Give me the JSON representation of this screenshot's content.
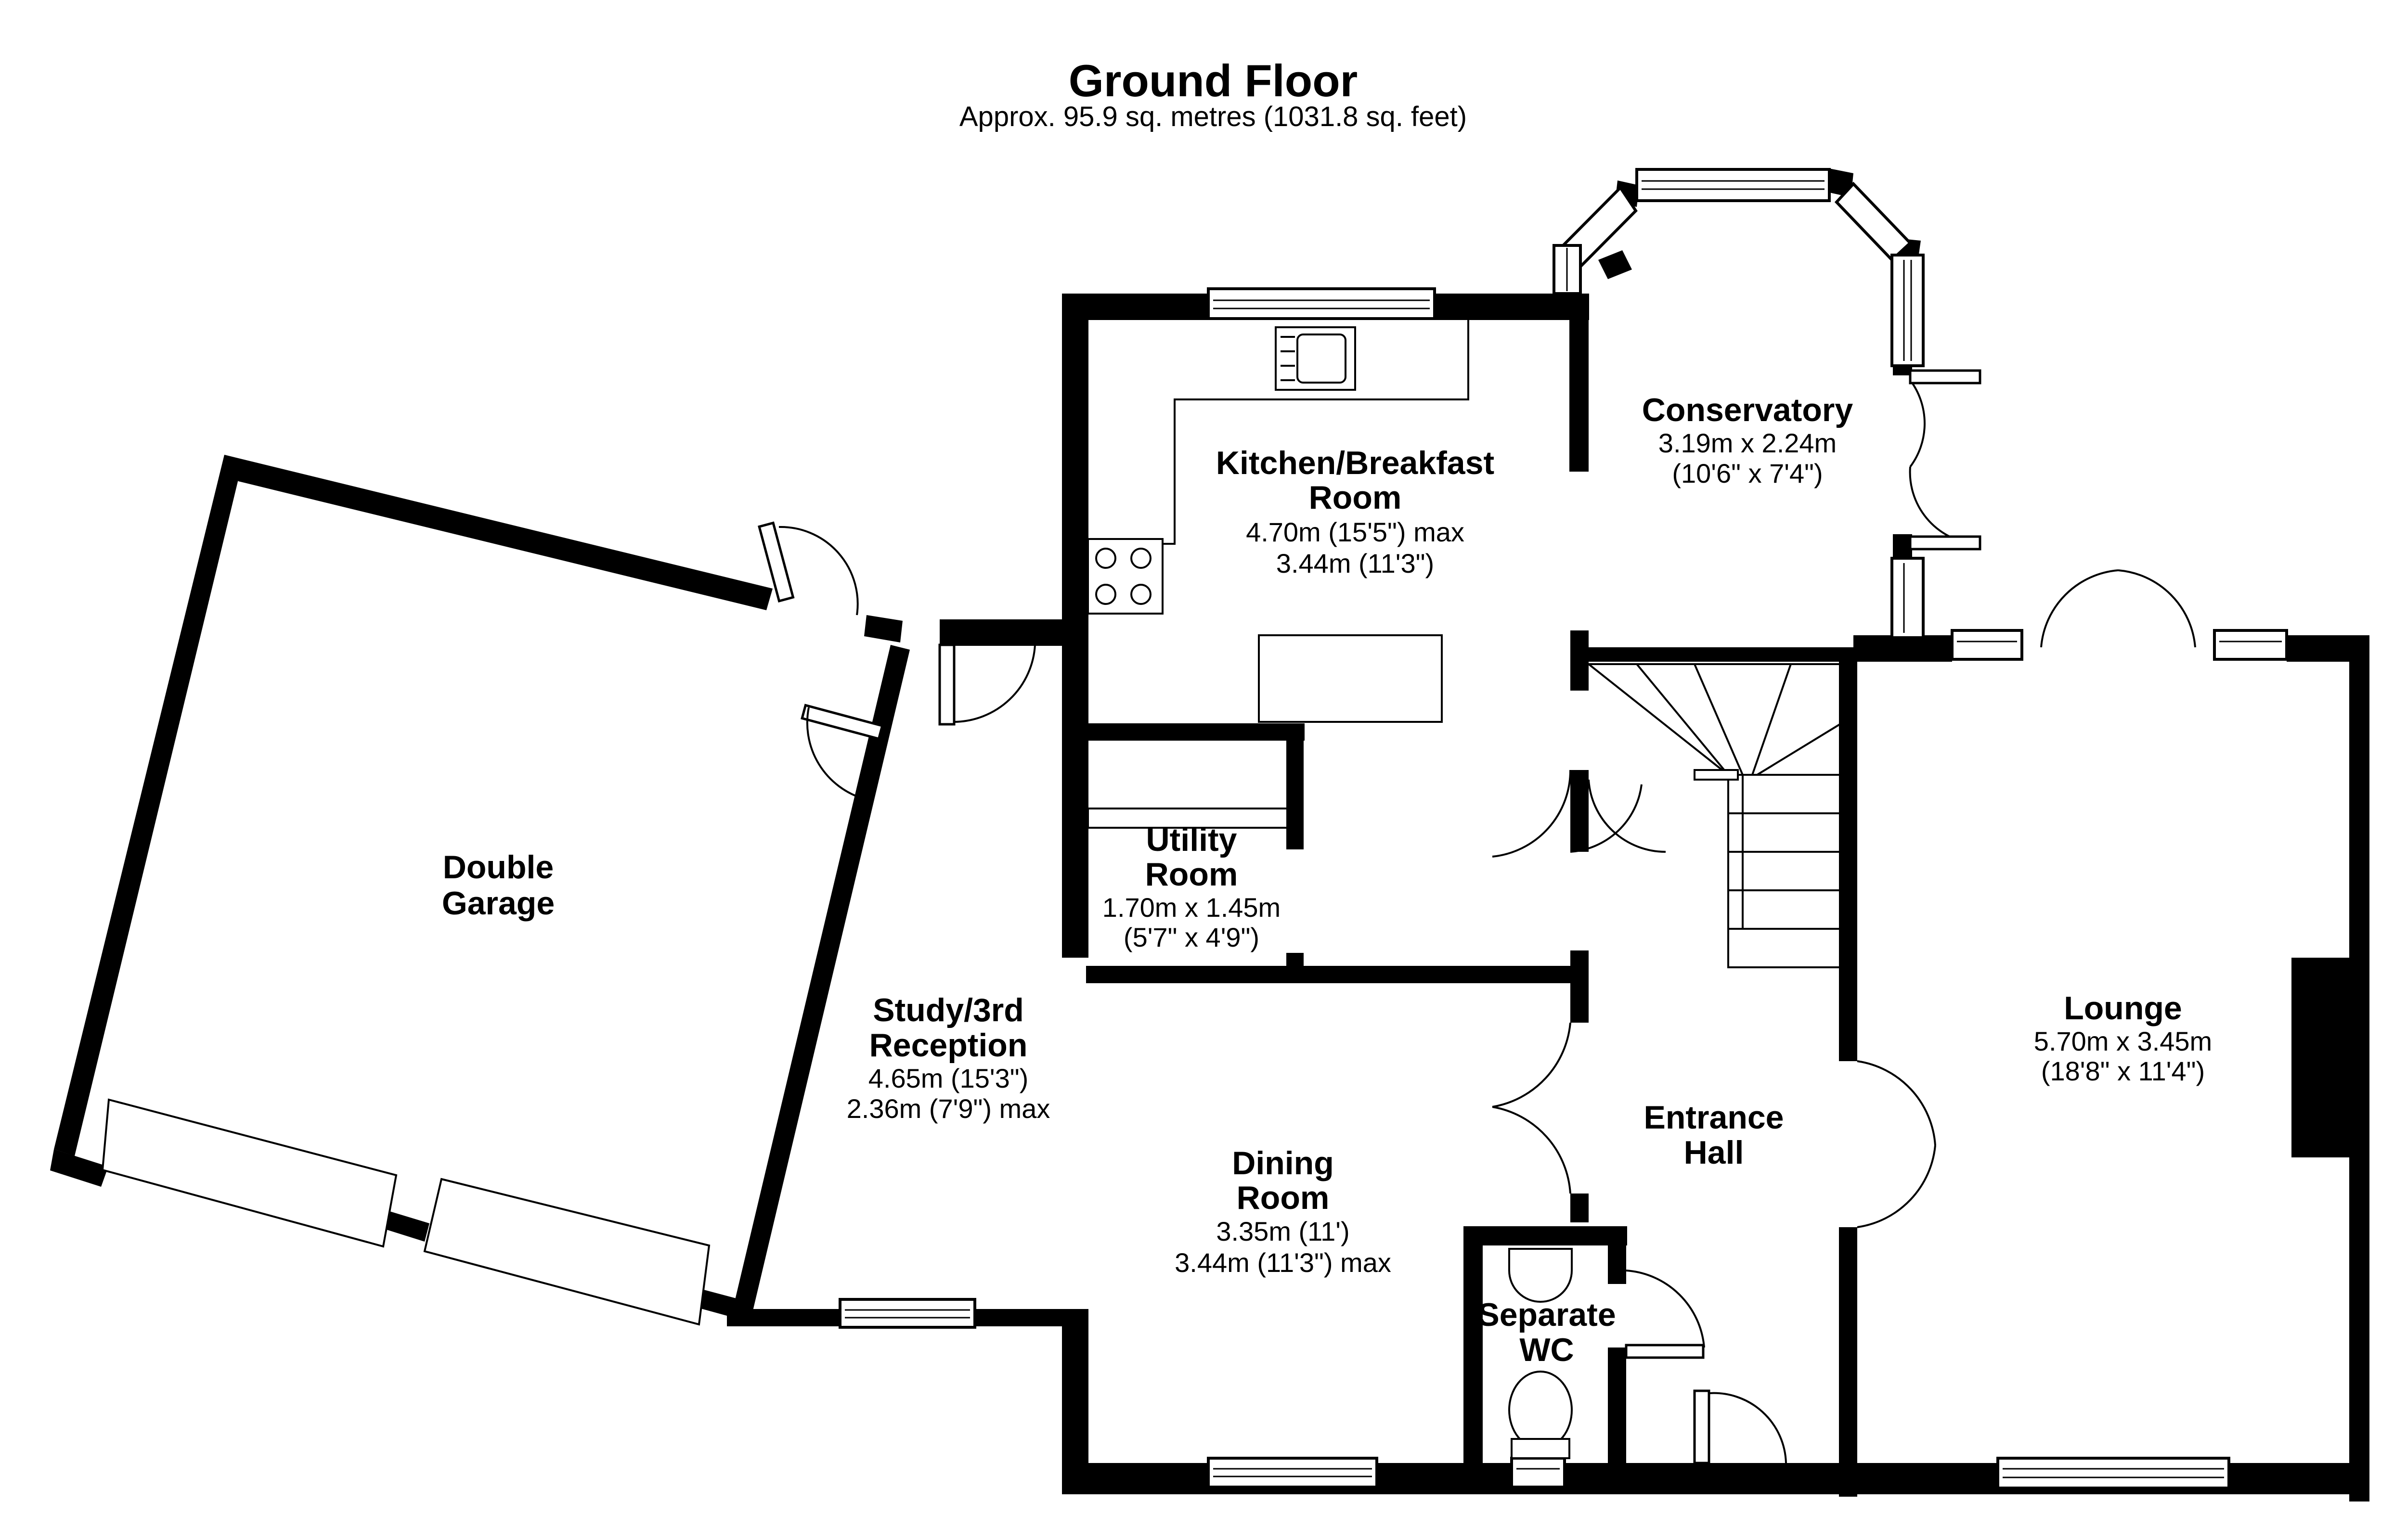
{
  "header": {
    "title": "Ground Floor",
    "subtitle": "Approx.  95.9 sq. metres (1031.8 sq. feet)"
  },
  "rooms": {
    "garage": {
      "lines": [
        "Double",
        "Garage"
      ],
      "dims": []
    },
    "kitchen": {
      "lines": [
        "Kitchen/Breakfast",
        "Room"
      ],
      "dims": [
        "4.70m (15'5\") max",
        "3.44m (11'3\")"
      ]
    },
    "conservatory": {
      "lines": [
        "Conservatory"
      ],
      "dims": [
        "3.19m x 2.24m",
        "(10'6\" x 7'4\")"
      ]
    },
    "utility": {
      "lines": [
        "Utility",
        "Room"
      ],
      "dims": [
        "1.70m x 1.45m",
        "(5'7\" x 4'9\")"
      ]
    },
    "study": {
      "lines": [
        "Study/3rd",
        "Reception"
      ],
      "dims": [
        "4.65m (15'3\")",
        "2.36m (7'9\") max"
      ]
    },
    "dining": {
      "lines": [
        "Dining",
        "Room"
      ],
      "dims": [
        "3.35m (11')",
        "3.44m (11'3\") max"
      ]
    },
    "hall": {
      "lines": [
        "Entrance",
        "Hall"
      ],
      "dims": []
    },
    "lounge": {
      "lines": [
        "Lounge"
      ],
      "dims": [
        "5.70m x 3.45m",
        "(18'8\" x 11'4\")"
      ]
    },
    "wc": {
      "lines": [
        "Separate",
        "WC"
      ],
      "dims": []
    }
  },
  "colors": {
    "wall": "#000000",
    "background": "#ffffff"
  }
}
